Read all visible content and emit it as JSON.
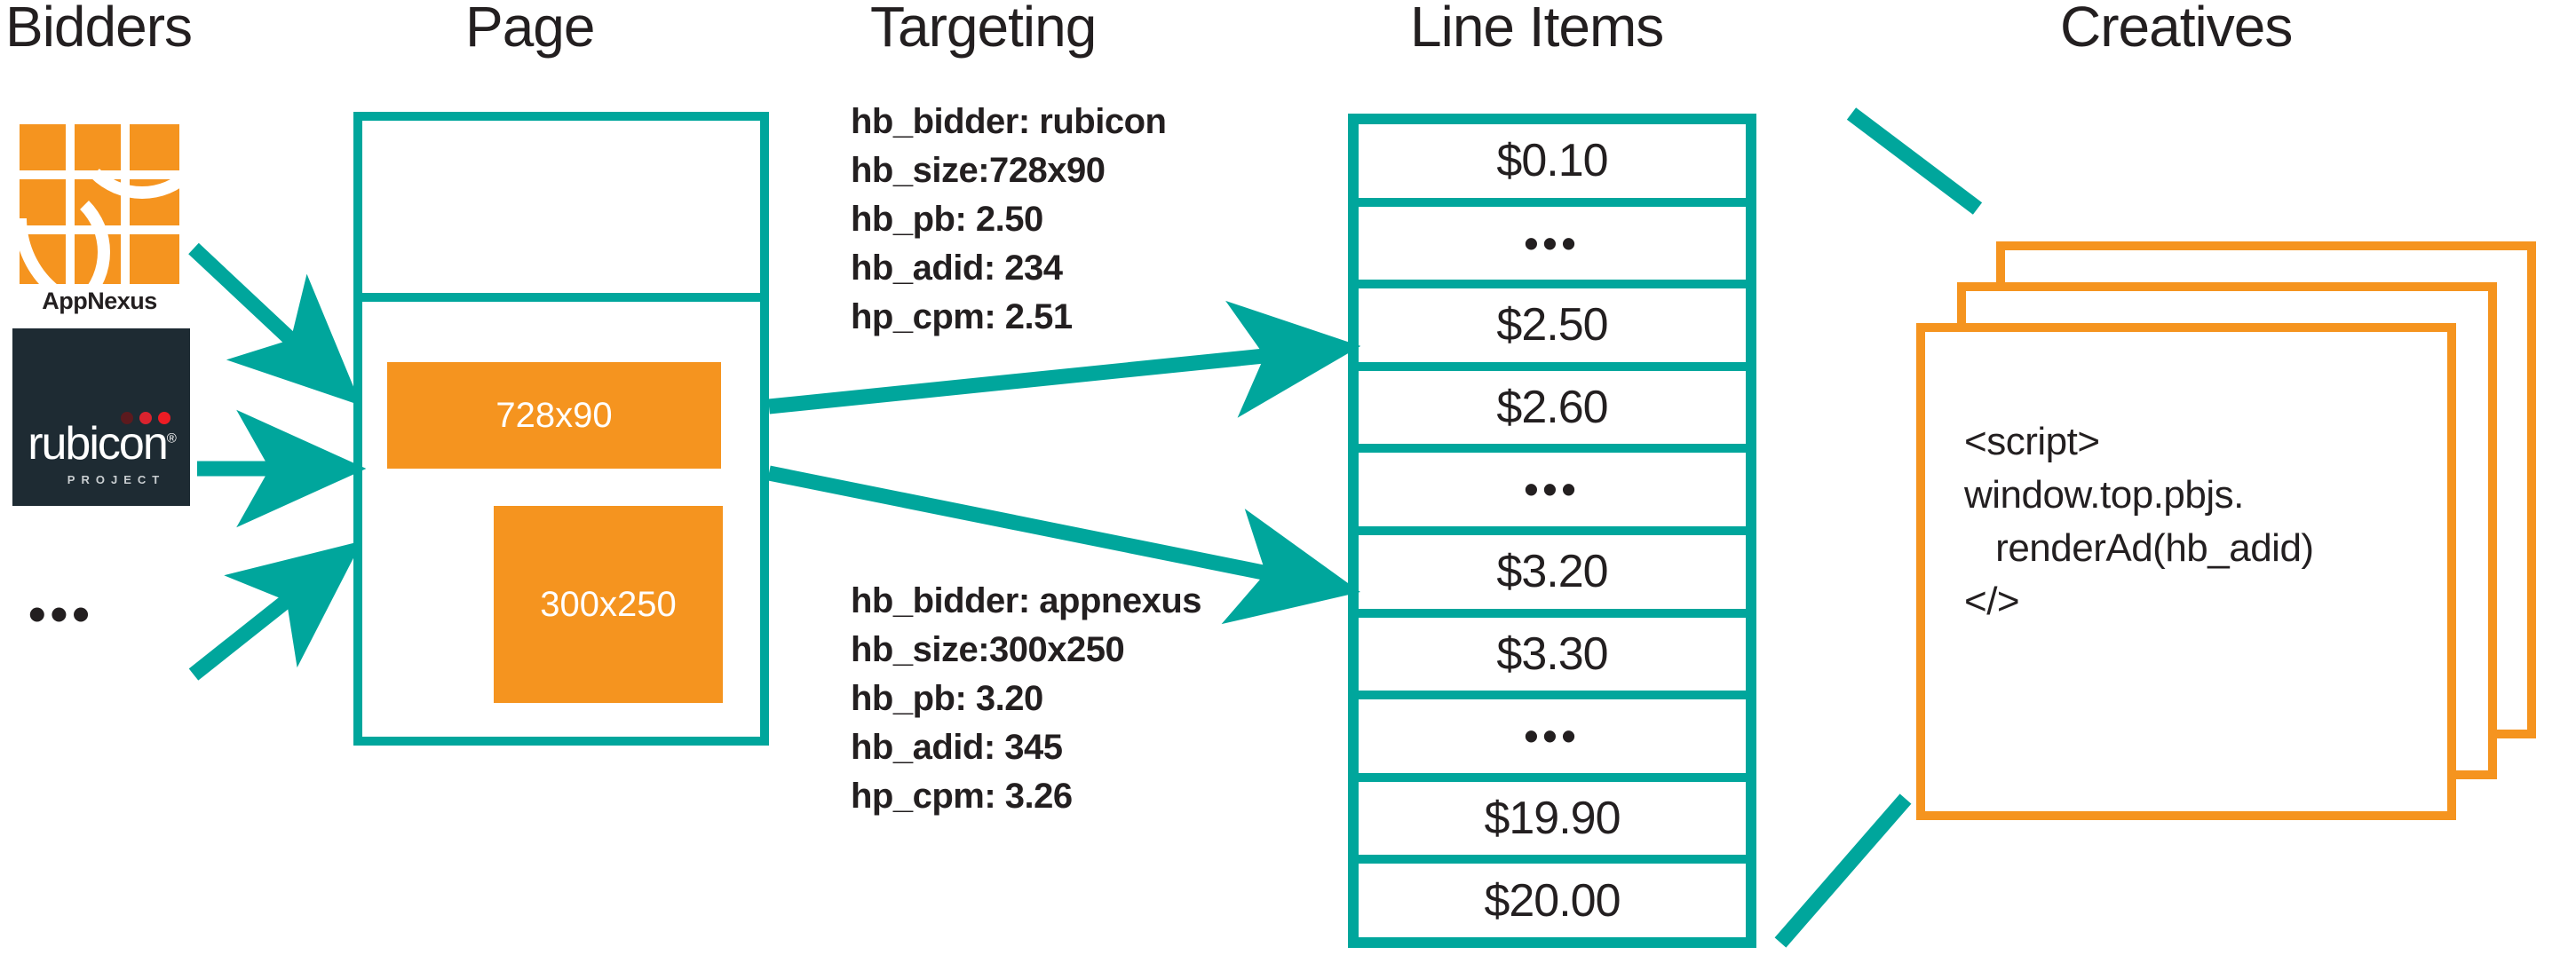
{
  "columns": {
    "bidders": "Bidders",
    "page": "Page",
    "targeting": "Targeting",
    "line_items": "Line Items",
    "creatives": "Creatives"
  },
  "bidders": {
    "items": [
      {
        "name": "appnexus",
        "label": "AppNexus"
      },
      {
        "name": "rubicon",
        "label": "rubicon",
        "sublabel": "PROJECT",
        "registered": "®"
      },
      {
        "name": "more",
        "label": "•••"
      }
    ],
    "rubicon_dot_colors": [
      "#5c1a1e",
      "#d9232e",
      "#ed1c24"
    ]
  },
  "page": {
    "ad_slots": [
      {
        "name": "leaderboard",
        "size": "728x90"
      },
      {
        "name": "medium-rectangle",
        "size": "300x250"
      }
    ]
  },
  "targeting": {
    "blocks": [
      {
        "name": "rubicon-targeting",
        "lines": [
          "hb_bidder: rubicon",
          "hb_size:728x90",
          "hb_pb: 2.50",
          "hb_adid: 234",
          "hp_cpm: 2.51"
        ]
      },
      {
        "name": "appnexus-targeting",
        "lines": [
          "hb_bidder: appnexus",
          "hb_size:300x250",
          "hb_pb: 3.20",
          "hb_adid: 345",
          "hp_cpm: 3.26"
        ]
      }
    ]
  },
  "line_items": {
    "rows": [
      "$0.10",
      "•••",
      "$2.50",
      "$2.60",
      "•••",
      "$3.20",
      "$3.30",
      "•••",
      "$19.90",
      "$20.00"
    ]
  },
  "creatives": {
    "code": "<script>\nwindow.top.pbjs.\n   renderAd(hb_adid)\n</>"
  },
  "colors": {
    "teal": "#00A69C",
    "orange": "#F5941F",
    "dark": "#231f20",
    "rubicon_navy": "#1e2b33"
  }
}
